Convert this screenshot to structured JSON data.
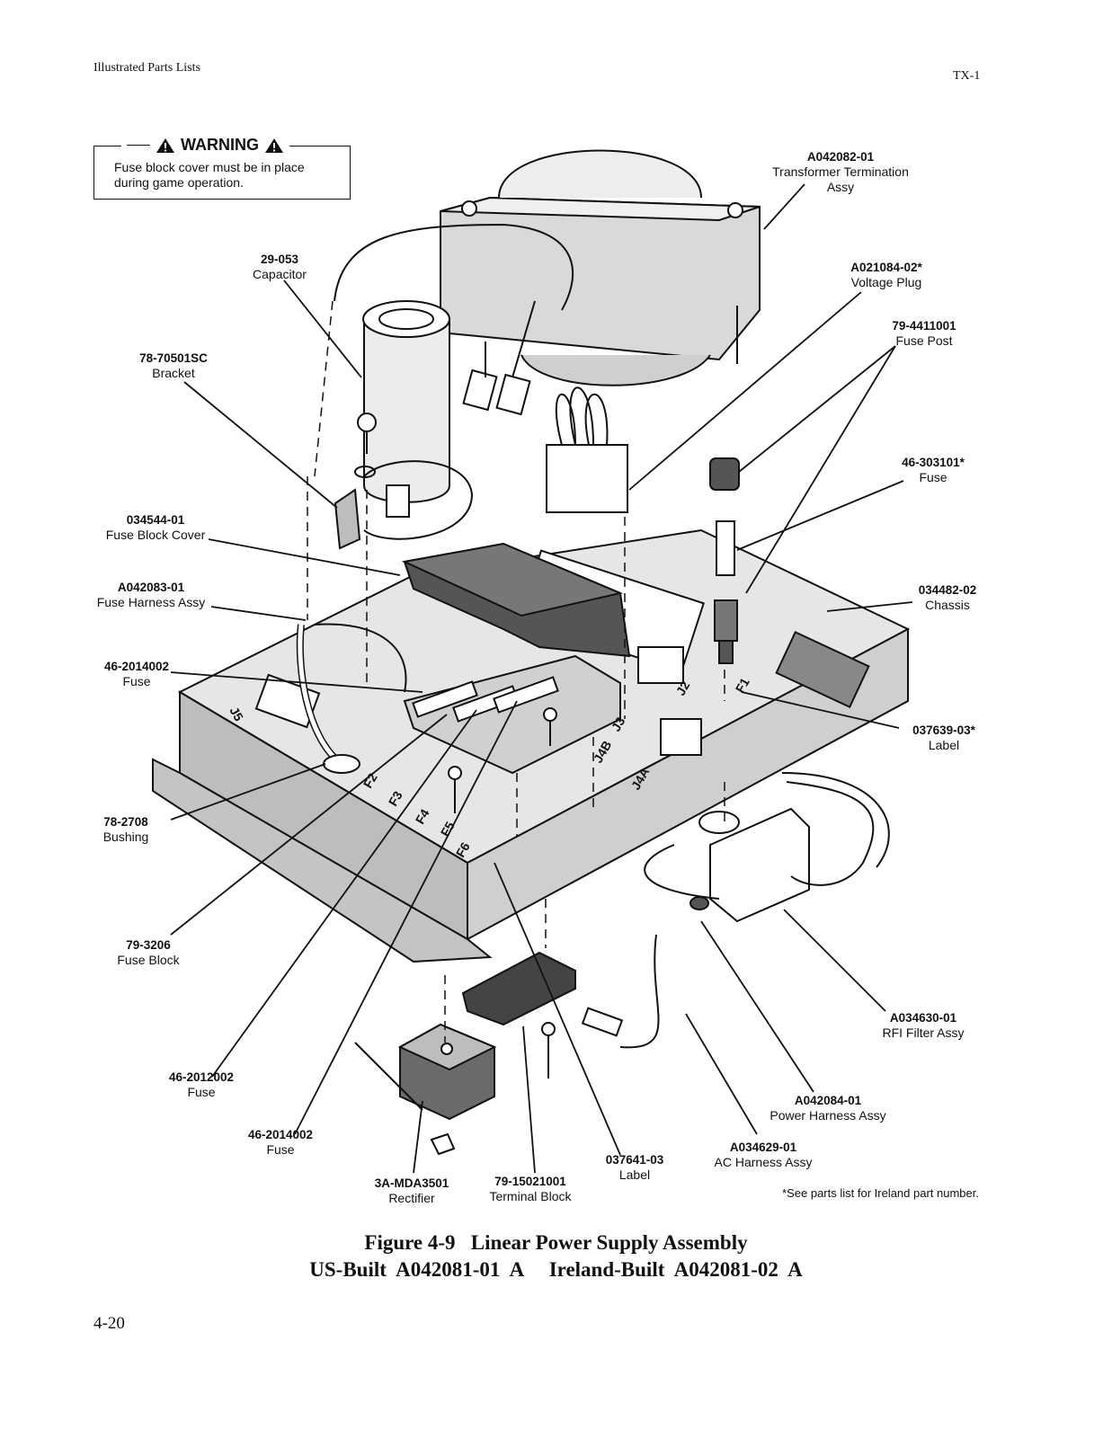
{
  "header": {
    "left": "Illustrated Parts Lists",
    "right": "TX-1"
  },
  "warning": {
    "title": "WARNING",
    "line1": "Fuse block cover must be in place",
    "line2": "during game operation."
  },
  "callouts": [
    {
      "pn": "A042082-01",
      "name": "Transformer Termination",
      "name2": "Assy"
    },
    {
      "pn": "29-053",
      "name": "Capacitor"
    },
    {
      "pn": "A021084-02*",
      "name": "Voltage Plug"
    },
    {
      "pn": "78-70501SC",
      "name": "Bracket"
    },
    {
      "pn": "79-4411001",
      "name": "Fuse Post"
    },
    {
      "pn": "46-303101*",
      "name": "Fuse"
    },
    {
      "pn": "034544-01",
      "name": "Fuse Block Cover"
    },
    {
      "pn": "A042083-01",
      "name": "Fuse Harness Assy"
    },
    {
      "pn": "034482-02",
      "name": "Chassis"
    },
    {
      "pn": "46-2014002",
      "name": "Fuse"
    },
    {
      "pn": "037639-03*",
      "name": "Label"
    },
    {
      "pn": "78-2708",
      "name": "Bushing"
    },
    {
      "pn": "79-3206",
      "name": "Fuse Block"
    },
    {
      "pn": "A034630-01",
      "name": "RFI Filter Assy"
    },
    {
      "pn": "46-2012002",
      "name": "Fuse"
    },
    {
      "pn": "A042084-01",
      "name": "Power Harness Assy"
    },
    {
      "pn": "46-2014002",
      "name": "Fuse"
    },
    {
      "pn": "A034629-01",
      "name": "AC Harness Assy"
    },
    {
      "pn": "037641-03",
      "name": "Label"
    },
    {
      "pn": "3A-MDA3501",
      "name": "Rectifier"
    },
    {
      "pn": "79-15021001",
      "name": "Terminal Block"
    }
  ],
  "board_labels": {
    "j5": "J5",
    "j2": "J2",
    "j3": "J3",
    "j4b": "J4B",
    "j4a": "J4A",
    "f1": "F1",
    "f2": "F2",
    "f3": "F3",
    "f4": "F4",
    "f5": "F5",
    "f6": "F6"
  },
  "note": "*See parts list for Ireland part number.",
  "caption": {
    "line1": "Figure 4-9   Linear Power Supply Assembly",
    "line2": "US-Built  A042081-01  A     Ireland-Built  A042081-02  A"
  },
  "page_number": "4-20"
}
